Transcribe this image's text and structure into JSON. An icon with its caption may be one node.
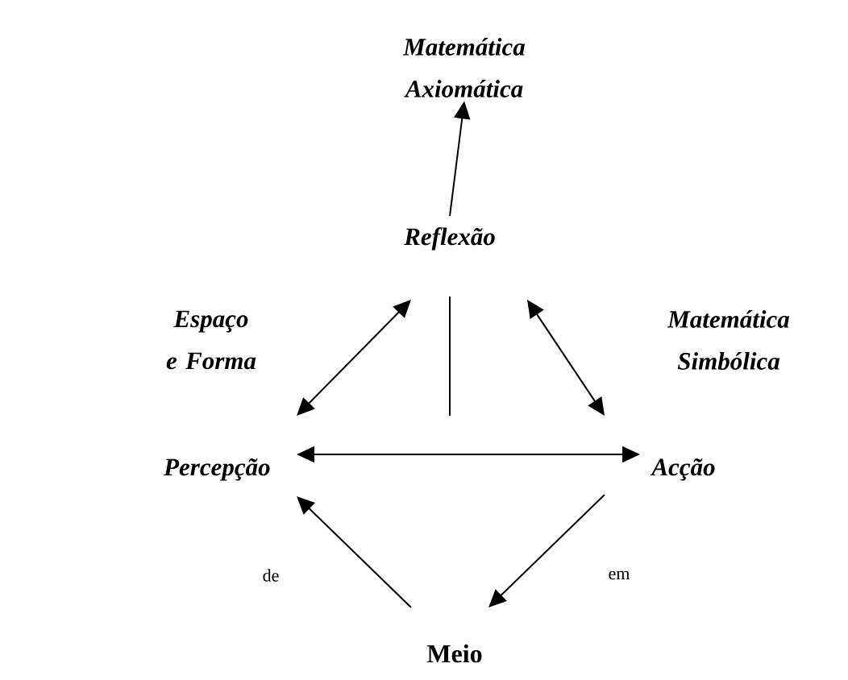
{
  "diagram": {
    "nodes": [
      {
        "text": [
          "Matemática Axiomática"
        ]
      },
      {
        "text": [
          "Reflexão"
        ]
      },
      {
        "text": [
          "Percepção"
        ]
      },
      {
        "text": [
          "Acção"
        ]
      },
      {
        "text": [
          "Meio"
        ]
      }
    ],
    "edges": [
      {
        "from": 1,
        "to": 0,
        "arrow": "to"
      },
      {
        "from": 2,
        "to": 1,
        "arrow": "both",
        "label": "Espaço e Forma"
      },
      {
        "from": 1,
        "to": 3,
        "arrow": "both",
        "label": "Matemática Simbólica"
      },
      {
        "from": 2,
        "to": 3,
        "arrow": "both"
      },
      {
        "from": 4,
        "to": 2,
        "arrow": "to",
        "label": "de"
      },
      {
        "from": 3,
        "to": 4,
        "arrow": "to",
        "label": "em"
      },
      {
        "from": 1,
        "to": null,
        "arrow": "none"
      }
    ]
  }
}
